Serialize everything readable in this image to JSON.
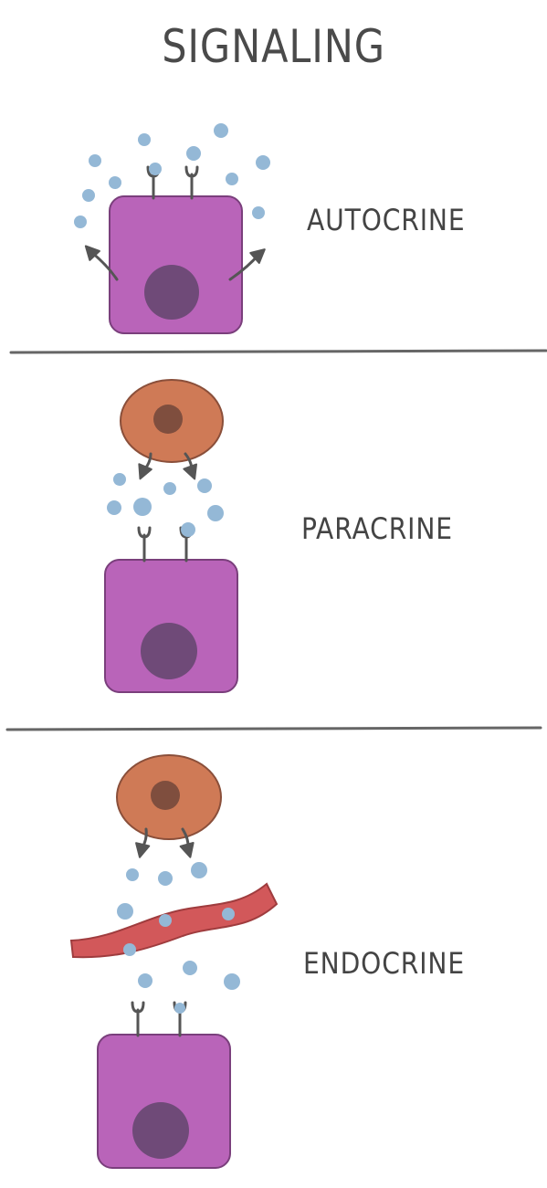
{
  "title": "SIGNALING",
  "panels": [
    {
      "label": "AUTOCRINE"
    },
    {
      "label": "PARACRINE"
    },
    {
      "label": "ENDOCRINE"
    }
  ],
  "colors": {
    "target_cell": "#b964b9",
    "target_outline": "#7a3f7c",
    "nucleus": "#6f4a78",
    "signal_cell": "#cf7a56",
    "signal_outline": "#8a4f3a",
    "signal_nucleus": "#7f4e3e",
    "molecule": "#94b8d6",
    "vessel": "#d2585a",
    "vessel_outline": "#9f3c3e",
    "arrow": "#555555",
    "divider": "#666666",
    "text": "#444444"
  }
}
